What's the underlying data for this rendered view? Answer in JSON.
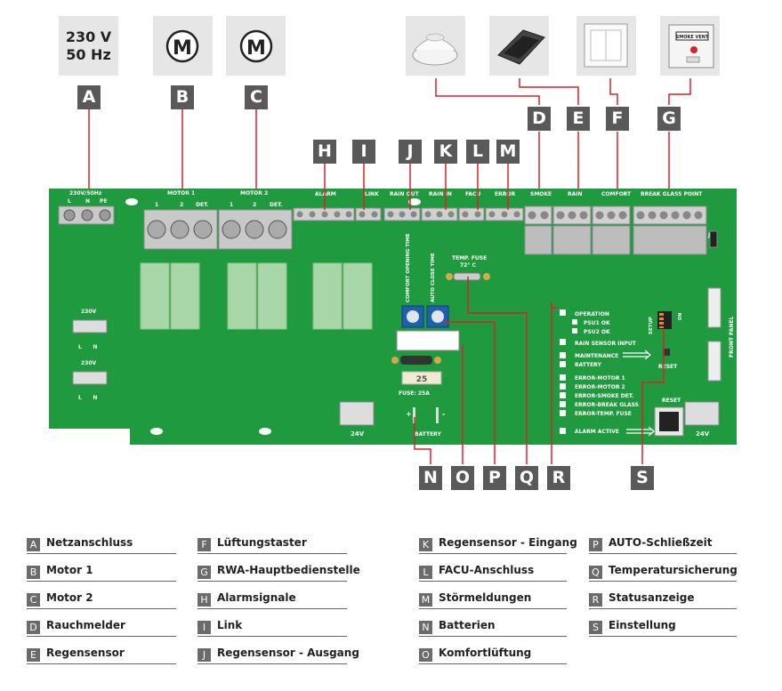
{
  "power_box": {
    "line1": "230 V",
    "line2": "50 Hz"
  },
  "motor_symbol": "M",
  "callouts": [
    "A",
    "B",
    "C",
    "D",
    "E",
    "F",
    "G",
    "H",
    "I",
    "J",
    "K",
    "L",
    "M",
    "N",
    "O",
    "P",
    "Q",
    "R",
    "S"
  ],
  "board": {
    "terminals": {
      "power": "230V/50Hz",
      "power_pins": [
        "L",
        "N",
        "PE"
      ],
      "motor1": "MOTOR 1",
      "motor2": "MOTOR 2",
      "motor_pins": [
        "1",
        "2",
        "DET."
      ],
      "alarm": "ALARM",
      "link": "LINK",
      "rain_out": "RAIN OUT",
      "rain_in": "RAIN IN",
      "facu": "FACU",
      "error": "ERROR",
      "smoke": "SMOKE",
      "rain": "RAIN",
      "comfort": "COMFORT",
      "break_glass": "BREAK GLASS POINT"
    },
    "j1": "J1",
    "temp_fuse": "TEMP. FUSE",
    "temp_fuse_value": "72° C",
    "pot_comfort": "COMFORT OPENING TIME",
    "pot_auto_close": "AUTO CLOSE TIME",
    "fuse_value": "25",
    "fuse_label": "FUSE: 25A",
    "battery": "BATTERY",
    "battery_plus": "+",
    "battery_minus": "-",
    "psu_230v_1": "230V",
    "psu_230v_2": "230V",
    "ln_label": "L      N",
    "out_24v_1": "24V",
    "out_24v_2": "24V",
    "setup": "SETUP",
    "dip_on": "ON",
    "front_panel": "FRONT PANEL",
    "reset1": "RESET",
    "reset2": "RESET",
    "leds": [
      "OPERATION",
      "PSU1 OK",
      "PSU2 OK",
      "RAIN SENSOR INPUT",
      "MAINTENANCE",
      "BATTERY",
      "ERROR-MOTOR 1",
      "ERROR-MOTOR 2",
      "ERROR-SMOKE DET.",
      "ERROR-BREAK GLASS",
      "ERROR-TEMP. FUSE",
      "ALARM ACTIVE"
    ]
  },
  "legend": [
    {
      "letter": "A",
      "label": "Netzanschluss"
    },
    {
      "letter": "B",
      "label": "Motor 1"
    },
    {
      "letter": "C",
      "label": "Motor 2"
    },
    {
      "letter": "D",
      "label": "Rauchmelder"
    },
    {
      "letter": "E",
      "label": "Regensensor"
    },
    {
      "letter": "F",
      "label": "Lüftungstaster"
    },
    {
      "letter": "G",
      "label": "RWA-Hauptbedienstelle"
    },
    {
      "letter": "H",
      "label": "Alarmsignale"
    },
    {
      "letter": "I",
      "label": "Link"
    },
    {
      "letter": "J",
      "label": "Regensensor - Ausgang"
    },
    {
      "letter": "K",
      "label": "Regensensor - Eingang"
    },
    {
      "letter": "L",
      "label": "FACU-Anschluss"
    },
    {
      "letter": "M",
      "label": "Störmeldungen"
    },
    {
      "letter": "N",
      "label": "Batterien"
    },
    {
      "letter": "O",
      "label": "Komfortlüftung"
    },
    {
      "letter": "P",
      "label": "AUTO-Schließzeit"
    },
    {
      "letter": "Q",
      "label": "Temperatursicherung"
    },
    {
      "letter": "R",
      "label": "Statusanzeige"
    },
    {
      "letter": "S",
      "label": "Einstellung"
    }
  ],
  "colors": {
    "board": "#1f9a3e",
    "wire": "#d8232a",
    "callout": "#595959",
    "relay": "#a9d6a9"
  },
  "icons": [
    "smoke-detector-icon",
    "rain-sensor-icon",
    "vent-switch-icon",
    "smoke-vent-control-icon"
  ],
  "control_panel_sign": "SMOKE VENT"
}
